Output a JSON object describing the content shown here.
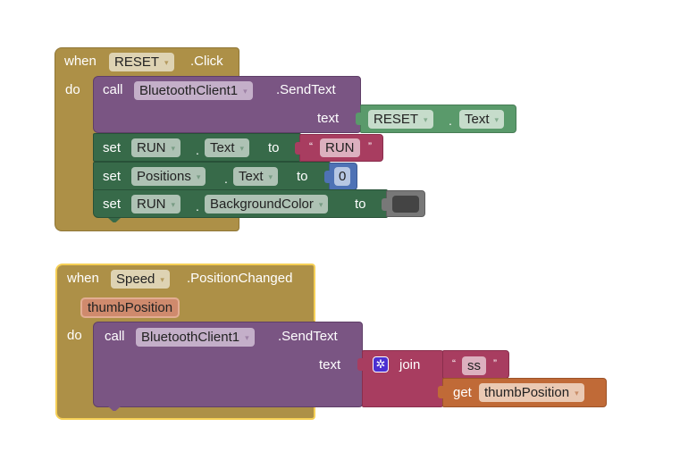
{
  "event1": {
    "when_label": "when",
    "component": "RESET",
    "event": ".Click",
    "do_label": "do",
    "call": {
      "call_label": "call",
      "component": "BluetoothClient1",
      "method": ".SendText",
      "arg_label": "text",
      "arg": {
        "component": "RESET",
        "dot": ".",
        "property": "Text"
      }
    },
    "statements": [
      {
        "set_label": "set",
        "component": "RUN",
        "dot": ".",
        "property": "Text",
        "to_label": "to",
        "value_type": "text",
        "value": "RUN",
        "open_quote": "“",
        "close_quote": "”"
      },
      {
        "set_label": "set",
        "component": "Positions",
        "dot": ".",
        "property": "Text",
        "to_label": "to",
        "value_type": "number",
        "value": "0"
      },
      {
        "set_label": "set",
        "component": "RUN",
        "dot": ".",
        "property": "BackgroundColor",
        "to_label": "to",
        "value_type": "color",
        "value": "#444444"
      }
    ]
  },
  "event2": {
    "when_label": "when",
    "component": "Speed",
    "event": ".PositionChanged",
    "parameter": "thumbPosition",
    "do_label": "do",
    "call": {
      "call_label": "call",
      "component": "BluetoothClient1",
      "method": ".SendText",
      "arg_label": "text",
      "join": {
        "label": "join",
        "icon": "gear-icon",
        "text_value": "ss",
        "open_quote": "“",
        "close_quote": "”",
        "get_label": "get",
        "get_variable": "thumbPosition"
      }
    }
  },
  "dropdown_arrow": "▾"
}
